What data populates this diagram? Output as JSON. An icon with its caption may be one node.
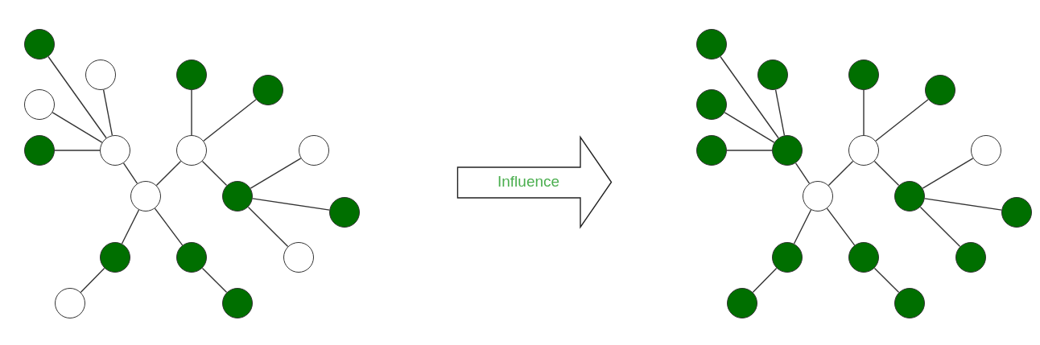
{
  "diagram": {
    "nodes": [
      {
        "text": [],
        "shape": "circle"
      },
      {
        "text": [],
        "shape": "circle"
      },
      {
        "text": [],
        "shape": "circle"
      },
      {
        "text": [],
        "shape": "circle"
      },
      {
        "text": [],
        "shape": "circle"
      },
      {
        "text": [],
        "shape": "circle"
      },
      {
        "text": [],
        "shape": "circle"
      },
      {
        "text": [],
        "shape": "circle"
      },
      {
        "text": [],
        "shape": "circle"
      },
      {
        "text": [],
        "shape": "circle"
      },
      {
        "text": [],
        "shape": "circle"
      },
      {
        "text": [],
        "shape": "circle"
      },
      {
        "text": [],
        "shape": "circle"
      },
      {
        "text": [],
        "shape": "circle"
      },
      {
        "text": [],
        "shape": "circle"
      },
      {
        "text": [],
        "shape": "circle"
      },
      {
        "text": [],
        "shape": "circle"
      },
      {
        "text": [
          "Influence"
        ]
      },
      {
        "text": [],
        "shape": "circle"
      },
      {
        "text": [],
        "shape": "circle"
      },
      {
        "text": [],
        "shape": "circle"
      },
      {
        "text": [],
        "shape": "circle"
      },
      {
        "text": [],
        "shape": "circle"
      },
      {
        "text": [],
        "shape": "circle"
      },
      {
        "text": [],
        "shape": "circle"
      },
      {
        "text": [],
        "shape": "circle"
      },
      {
        "text": [],
        "shape": "circle"
      },
      {
        "text": [],
        "shape": "circle"
      },
      {
        "text": [],
        "shape": "circle"
      },
      {
        "text": [],
        "shape": "circle"
      },
      {
        "text": [],
        "shape": "circle"
      },
      {
        "text": [],
        "shape": "circle"
      },
      {
        "text": [],
        "shape": "circle"
      },
      {
        "text": [],
        "shape": "circle"
      },
      {
        "text": [],
        "shape": "circle"
      }
    ],
    "edges": [
      {
        "from": 0,
        "to": 6,
        "arrow": "none"
      },
      {
        "from": 1,
        "to": 6,
        "arrow": "none"
      },
      {
        "from": 4,
        "to": 6,
        "arrow": "none"
      },
      {
        "from": 5,
        "to": 6,
        "arrow": "none"
      },
      {
        "from": 6,
        "to": 9,
        "arrow": "none"
      },
      {
        "from": 2,
        "to": 7,
        "arrow": "none"
      },
      {
        "from": 3,
        "to": 7,
        "arrow": "none"
      },
      {
        "from": 7,
        "to": 9,
        "arrow": "none"
      },
      {
        "from": 7,
        "to": 10,
        "arrow": "none"
      },
      {
        "from": 8,
        "to": 10,
        "arrow": "none"
      },
      {
        "from": 10,
        "to": 11,
        "arrow": "none"
      },
      {
        "from": 10,
        "to": 14,
        "arrow": "none"
      },
      {
        "from": 9,
        "to": 12,
        "arrow": "none"
      },
      {
        "from": 9,
        "to": 13,
        "arrow": "none"
      },
      {
        "from": 12,
        "to": 15,
        "arrow": "none"
      },
      {
        "from": 13,
        "to": 16,
        "arrow": "none"
      },
      {
        "from": 18,
        "to": 24,
        "arrow": "none"
      },
      {
        "from": 19,
        "to": 24,
        "arrow": "none"
      },
      {
        "from": 22,
        "to": 24,
        "arrow": "none"
      },
      {
        "from": 23,
        "to": 24,
        "arrow": "none"
      },
      {
        "from": 24,
        "to": 27,
        "arrow": "none"
      },
      {
        "from": 20,
        "to": 25,
        "arrow": "none"
      },
      {
        "from": 21,
        "to": 25,
        "arrow": "none"
      },
      {
        "from": 25,
        "to": 27,
        "arrow": "none"
      },
      {
        "from": 25,
        "to": 28,
        "arrow": "none"
      },
      {
        "from": 26,
        "to": 28,
        "arrow": "none"
      },
      {
        "from": 28,
        "to": 29,
        "arrow": "none"
      },
      {
        "from": 28,
        "to": 32,
        "arrow": "none"
      },
      {
        "from": 27,
        "to": 30,
        "arrow": "none"
      },
      {
        "from": 27,
        "to": 31,
        "arrow": "none"
      },
      {
        "from": 30,
        "to": 33,
        "arrow": "none"
      },
      {
        "from": 31,
        "to": 34,
        "arrow": "none"
      }
    ]
  }
}
